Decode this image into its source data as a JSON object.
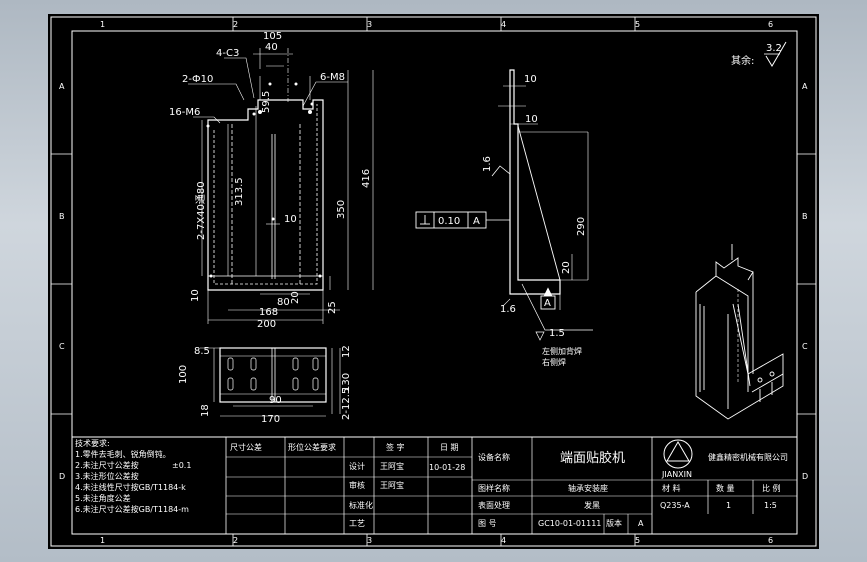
{
  "drawing": {
    "grid_numbers": [
      "1",
      "2",
      "3",
      "4",
      "5",
      "6"
    ],
    "grid_letters": [
      "A",
      "B",
      "C",
      "D"
    ],
    "roughness": {
      "label": "其余:",
      "value": "3.2"
    },
    "front_view": {
      "dim_105": "105",
      "dim_40": "40",
      "chamfer": "4-C3",
      "hole_2": "2-Ф10",
      "thread_6": "6-M8",
      "thread_16": "16-M6",
      "dim_59": "59.5",
      "slots": "2-7X40通80",
      "dim_3135": "313.5",
      "dim_416": "416",
      "dim_350": "350",
      "dim_10": "10",
      "dim_j10": "10",
      "dim_80": "80",
      "dim_20": "20",
      "dim_25": "25",
      "dim_168": "168",
      "dim_200": "200"
    },
    "side_view": {
      "dim_top10": "10",
      "dim_10b": "10",
      "rough16": "1.6",
      "dim_290": "290",
      "dim_20": "20",
      "tol_value": "0.10",
      "tol_datum": "A",
      "datum_a": "A",
      "r16": "1.6",
      "weld": "1.5",
      "weld_note1": "左侧加背焊",
      "weld_note2": "右侧焊"
    },
    "top_view": {
      "dim_85": "8.5",
      "dim_100": "100",
      "dim_18": "18",
      "dim_90": "90",
      "dim_170": "170",
      "dim_12": "12",
      "dim_130": "130",
      "dim_2125": "2-12.5"
    }
  },
  "notes": {
    "title": "技术要求:",
    "lines": [
      "1.零件去毛刺、锐角倒钝。",
      "2.未注尺寸公差按",
      "3.未注形位公差按",
      "4.未注线性尺寸按GB/T1184-k",
      "5.未注角度公差",
      "6.未注尺寸公差按GB/T1184-m"
    ],
    "tolerance": "±0.1"
  },
  "title_block": {
    "header": [
      "尺寸公差",
      "形位公差要求",
      "签 字",
      "日 期"
    ],
    "design": "设计",
    "design_name": "王阿宝",
    "design_date": "10-01-28",
    "check": "审核",
    "check_name": "王阿宝",
    "approve": "工艺",
    "std": "标准化",
    "project_label": "设备名称",
    "project_name": "端面贴胶机",
    "part_label": "图样名称",
    "part_name": "轴承安装座",
    "surface_label": "表面处理",
    "surface_value": "发黑",
    "drawing_no_label": "图 号",
    "drawing_no": "GC10-01-01111",
    "version_label": "版本",
    "version": "A",
    "material_header": "材 料",
    "qty_header": "数 量",
    "scale_header": "比 例",
    "material": "Q235-A",
    "qty": "1",
    "scale": "1:5",
    "company": "健鑫精密机械有限公司",
    "logo_sub": "JIANXIN"
  }
}
